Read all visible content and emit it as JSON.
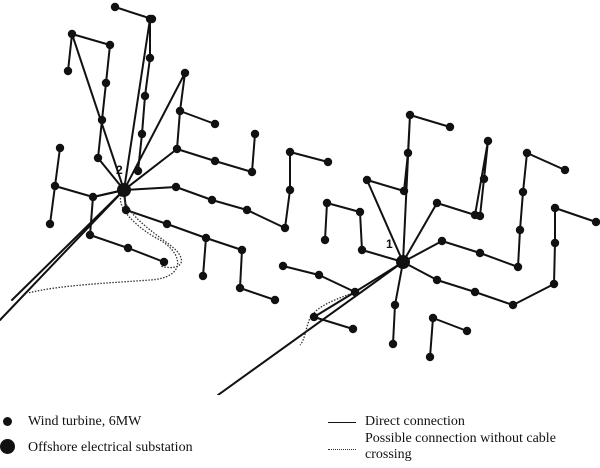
{
  "diagram": {
    "substation_labels": [
      "2",
      "1"
    ]
  },
  "legend": {
    "turbine": "Wind turbine, 6MW",
    "substation": "Offshore electrical substation",
    "direct": "Direct connection",
    "possible": "Possible connection without cable crossing"
  },
  "colors": {
    "ink": "#111111"
  }
}
